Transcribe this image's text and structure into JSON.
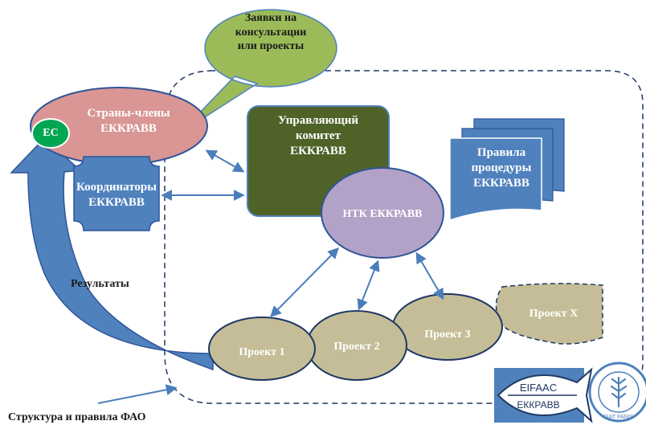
{
  "speech_bubble": {
    "line1": "Заявки на",
    "line2": "консультации",
    "line3": "или проекты"
  },
  "member_states": {
    "line1": "Страны-члены",
    "line2": "ЕККРАВВ",
    "ec": "ЕС"
  },
  "coordinators": {
    "line1": "Координаторы",
    "line2": "ЕККРАВВ"
  },
  "steering": {
    "line1": "Управляющий",
    "line2": "комитет",
    "line3": "ЕККРАВВ"
  },
  "ntk": {
    "label": "НТК ЕККРАВВ"
  },
  "rules": {
    "line1": "Правила",
    "line2": "процедуры",
    "line3": "ЕККРАВВ"
  },
  "projects": [
    {
      "label": "Проект 1"
    },
    {
      "label": "Проект 2"
    },
    {
      "label": "Проект 3"
    },
    {
      "label": "Проект X"
    }
  ],
  "results_label": "Результаты",
  "fao_label": "Структура и правила ФАО",
  "logos": {
    "eifaac_top": "EIFAAC",
    "eifaac_bottom": "ЕККРАВВ",
    "fao_ring": "FIAT PANIS"
  },
  "colors": {
    "bubble_green": "#9bbb59",
    "member_pink": "#d99694",
    "ec_green": "#00a651",
    "box_blue": "#4f81bd",
    "steering_green": "#4f6228",
    "ntk_purple": "#b3a2c7",
    "project_tan": "#c4bd97",
    "arrow_blue": "#4a7ebb"
  }
}
